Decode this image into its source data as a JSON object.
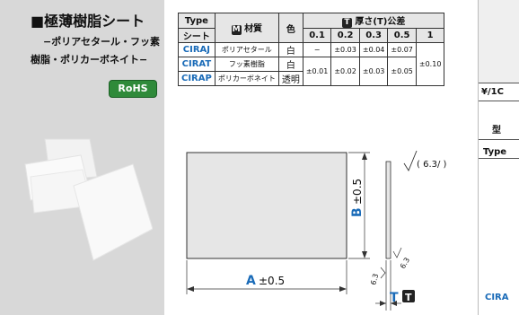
{
  "product": {
    "title": "■極薄樹脂シート",
    "subtitle_lines": [
      "−ポリアセタール・フッ素",
      "樹脂・ポリカーボネイト−"
    ],
    "badge": "RoHS"
  },
  "spec_table": {
    "h_type": "Type",
    "h_type_sub": "シート",
    "h_material_icon": "M",
    "h_material": "材質",
    "h_color": "色",
    "h_thickness_icon": "T",
    "h_thickness": "厚さ(T)公差",
    "thickness_cols": [
      "0.1",
      "0.2",
      "0.3",
      "0.5",
      "1"
    ],
    "rows": [
      {
        "type": "CIRAJ",
        "material": "ポリアセタール",
        "color": "白"
      },
      {
        "type": "CIRAT",
        "material": "フッ素樹脂",
        "color": "白"
      },
      {
        "type": "CIRAP",
        "material": "ポリカーボネイト",
        "color": "透明"
      }
    ],
    "tol_dash": "−",
    "tol_ciraj": [
      "±0.03",
      "±0.04",
      "±0.07"
    ],
    "tol_shared": [
      "±0.01",
      "±0.02",
      "±0.03",
      "±0.05"
    ],
    "tol_1": "±0.10"
  },
  "drawing": {
    "dim_a_letter": "A",
    "dim_a_tol": "±0.5",
    "dim_b_letter": "B",
    "dim_b_tol": "±0.5",
    "roughness": "6.3",
    "roughness_paren": "( 6.3/ )",
    "thickness_letter": "T",
    "thickness_icon": "T"
  },
  "right_strip": {
    "price_label": "¥/1C",
    "type_label_jp": "型",
    "type_label": "Type",
    "bottom_code": "CIRA"
  },
  "colors": {
    "accent_blue": "#1a6bb8",
    "rohs_green": "#2f8a3a",
    "panel_gray": "#d8d8d8"
  }
}
